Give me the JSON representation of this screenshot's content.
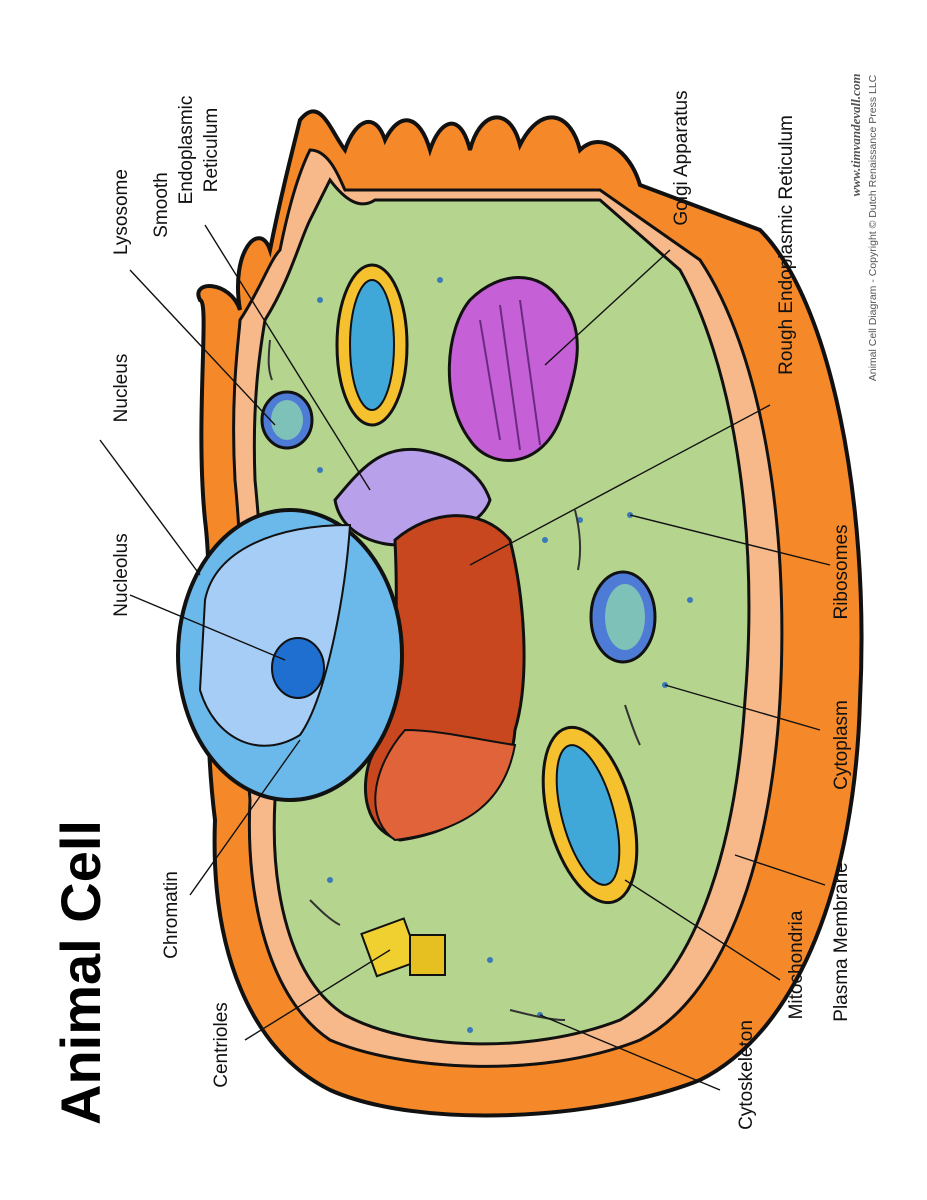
{
  "title": "Animal Cell",
  "labels": {
    "centrioles": "Centrioles",
    "chromatin": "Chromatin",
    "nucleolus": "Nucleolus",
    "nucleus": "Nucleus",
    "lysosome": "Lysosome",
    "ser": [
      "Smooth",
      "Endoplasmic",
      "Reticulum"
    ],
    "golgi": "Golgi Apparatus",
    "rer": "Rough Endoplasmic Reticulum",
    "ribosomes": "Ribosomes",
    "cytoplasm": "Cytoplasm",
    "plasma_membrane": "Plasma Membrane",
    "mitochondria": "Mitochondria",
    "cytoskeleton": "Cytoskeleton"
  },
  "credit": {
    "website": "www.timvandevall.com",
    "copyright": "Animal Cell Diagram - Copyright © Dutch Renaissance Press LLC"
  },
  "colors": {
    "membrane": "#f5892a",
    "membrane_inner": "#f8b98a",
    "cytoplasm": "#b5d58e",
    "nucleus": "#6bb8ea",
    "nucleus_inner": "#a6cdf5",
    "nucleolus": "#1e6fd0",
    "rer": "#c8471f",
    "ser": "#b9a0ea",
    "golgi": "#c560d6",
    "mito_outer": "#f5c12e",
    "mito_inner": "#3fa8d8"
  }
}
